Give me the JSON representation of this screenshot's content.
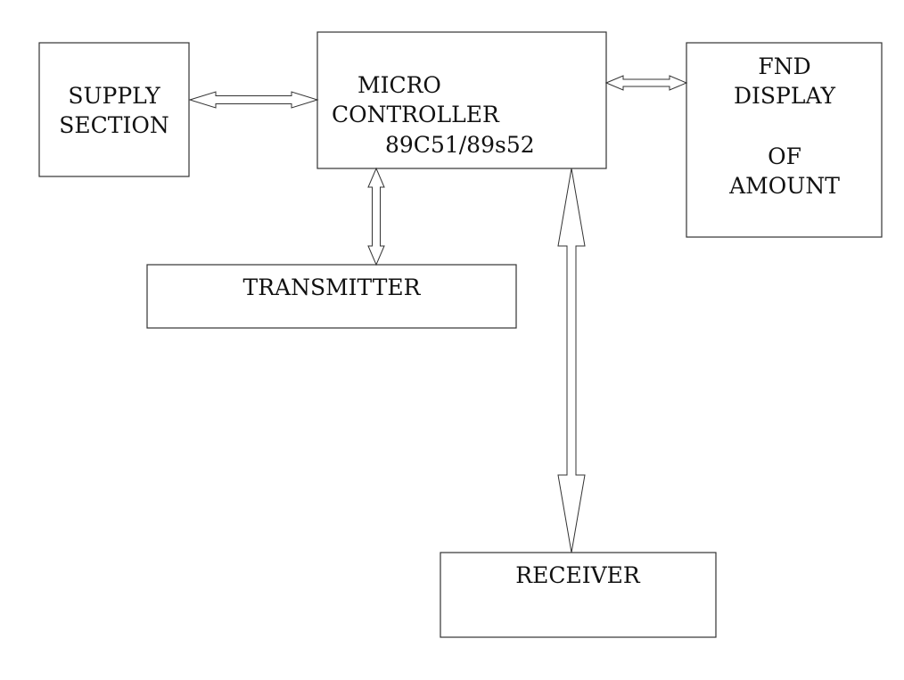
{
  "blocks": {
    "supply": {
      "lines": [
        "SUPPLY",
        "SECTION"
      ]
    },
    "micro": {
      "lines": [
        "MICRO",
        "CONTROLLER",
        "89C51/89s52"
      ]
    },
    "display": {
      "lines": [
        "FND",
        "DISPLAY",
        "OF",
        "AMOUNT"
      ]
    },
    "transmitter": {
      "lines": [
        "TRANSMITTER"
      ]
    },
    "receiver": {
      "lines": [
        "RECEIVER"
      ]
    }
  },
  "connections": [
    {
      "from": "supply",
      "to": "micro",
      "direction": "bidirectional"
    },
    {
      "from": "micro",
      "to": "display",
      "direction": "bidirectional"
    },
    {
      "from": "micro",
      "to": "transmitter",
      "direction": "bidirectional"
    },
    {
      "from": "micro",
      "to": "receiver",
      "direction": "bidirectional"
    }
  ]
}
